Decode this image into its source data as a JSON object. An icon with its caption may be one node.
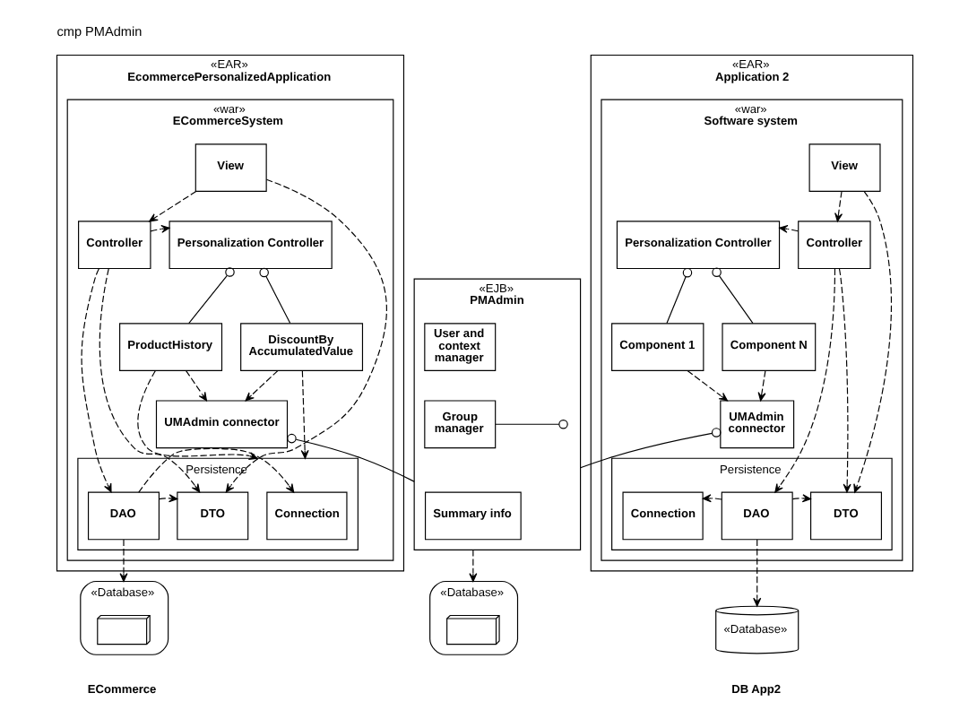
{
  "diagram": {
    "title": "cmp PMAdmin",
    "nodes": [
      {
        "text": [
          "«EAR»",
          "EcommercePersonalizedApplication"
        ]
      },
      {
        "text": [
          "«war»",
          "ECommerceSystem"
        ],
        "in": 0
      },
      {
        "text": [
          "View"
        ],
        "in": 1
      },
      {
        "text": [
          "Controller"
        ],
        "in": 1
      },
      {
        "text": [
          "Personalization Controller"
        ],
        "in": 1
      },
      {
        "text": [
          "ProductHistory"
        ],
        "in": 1
      },
      {
        "text": [
          "DiscountBy AccumulatedValue"
        ],
        "in": 1
      },
      {
        "text": [
          "UMAdmin connector"
        ],
        "in": 1
      },
      {
        "text": [
          "Persistence"
        ],
        "in": 1
      },
      {
        "text": [
          "DTO"
        ],
        "in": 8
      },
      {
        "text": [
          "DAO"
        ],
        "in": 8
      },
      {
        "text": [
          "Connection"
        ],
        "in": 8
      },
      {
        "text": [
          "«Database»"
        ],
        "beside": [
          "ECommerce"
        ]
      },
      {
        "text": [],
        "shape": "box",
        "in": 12
      },
      {
        "text": [
          "«EJB»",
          "PMAdmin"
        ]
      },
      {
        "text": [
          "User and context manager"
        ],
        "in": 14
      },
      {
        "text": [
          "Group manager"
        ],
        "in": 14
      },
      {
        "text": [
          "Summary info"
        ],
        "in": 14
      },
      {
        "text": [
          "«Database»"
        ]
      },
      {
        "text": [],
        "shape": "box",
        "in": 18
      },
      {
        "text": [
          "«EAR»",
          "Application 2"
        ]
      },
      {
        "text": [
          "«war»",
          "Software system"
        ],
        "in": 20
      },
      {
        "text": [
          "View"
        ],
        "in": 21
      },
      {
        "text": [
          "Personalization Controller"
        ],
        "in": 21
      },
      {
        "text": [
          "Controller"
        ],
        "in": 21
      },
      {
        "text": [
          "Component 1"
        ],
        "in": 21
      },
      {
        "text": [
          "Component N"
        ],
        "in": 21
      },
      {
        "text": [
          "UMAdmin connector"
        ],
        "in": 21
      },
      {
        "text": [
          "Persistence"
        ],
        "in": 21
      },
      {
        "text": [
          "Connection"
        ],
        "in": 28
      },
      {
        "text": [
          "DAO"
        ],
        "in": 28
      },
      {
        "text": [
          "DTO"
        ],
        "in": 28
      },
      {
        "text": [
          "«Database»"
        ],
        "beside": [
          "DB App2"
        ]
      }
    ],
    "edges": [
      {
        "from": 2,
        "to": 3,
        "arrow": "to",
        "style": "dashed"
      },
      {
        "from": 3,
        "to": 4,
        "arrow": "to",
        "style": "dashed"
      },
      {
        "from": 4,
        "to": 5,
        "arrow": "other"
      },
      {
        "from": 4,
        "to": 6,
        "arrow": "other"
      },
      {
        "from": 5,
        "to": 7,
        "arrow": "to",
        "style": "dashed"
      },
      {
        "from": 6,
        "to": 7,
        "arrow": "to",
        "style": "dashed"
      },
      {
        "from": 2,
        "to": 9,
        "arrow": "to",
        "style": "dashed"
      },
      {
        "from": 3,
        "to": 9,
        "arrow": "to",
        "style": "dashed"
      },
      {
        "from": 3,
        "to": 10,
        "arrow": "to",
        "style": "dashed"
      },
      {
        "from": 5,
        "to": 8,
        "arrow": "to",
        "style": "dashed"
      },
      {
        "from": 6,
        "to": 8,
        "arrow": "to",
        "style": "dashed"
      },
      {
        "from": 10,
        "to": 9,
        "arrow": "to",
        "style": "dashed"
      },
      {
        "from": 10,
        "to": 11,
        "arrow": "to",
        "style": "dashed"
      },
      {
        "from": 10,
        "to": 12,
        "arrow": "to",
        "style": "dashed"
      },
      {
        "from": 7,
        "to": 14,
        "arrow": "other"
      },
      {
        "from": 14,
        "to": 18,
        "arrow": "to",
        "style": "dashed"
      },
      {
        "from": 16,
        "to": null,
        "arrow": "other"
      },
      {
        "from": 14,
        "to": 27,
        "arrow": "other"
      },
      {
        "from": 22,
        "to": 24,
        "arrow": "to",
        "style": "dashed"
      },
      {
        "from": 24,
        "to": 23,
        "arrow": "to",
        "style": "dashed"
      },
      {
        "from": 23,
        "to": 25,
        "arrow": "other"
      },
      {
        "from": 23,
        "to": 26,
        "arrow": "other"
      },
      {
        "from": 25,
        "to": 27,
        "arrow": "to",
        "style": "dashed"
      },
      {
        "from": 26,
        "to": 27,
        "arrow": "to",
        "style": "dashed"
      },
      {
        "from": 24,
        "to": 30,
        "arrow": "to",
        "style": "dashed"
      },
      {
        "from": 24,
        "to": 31,
        "arrow": "to",
        "style": "dashed"
      },
      {
        "from": 22,
        "to": 31,
        "arrow": "to",
        "style": "dashed"
      },
      {
        "from": 30,
        "to": 29,
        "arrow": "to",
        "style": "dashed"
      },
      {
        "from": 30,
        "to": 31,
        "arrow": "to",
        "style": "dashed"
      },
      {
        "from": 30,
        "to": 32,
        "arrow": "to",
        "style": "dashed"
      }
    ]
  }
}
